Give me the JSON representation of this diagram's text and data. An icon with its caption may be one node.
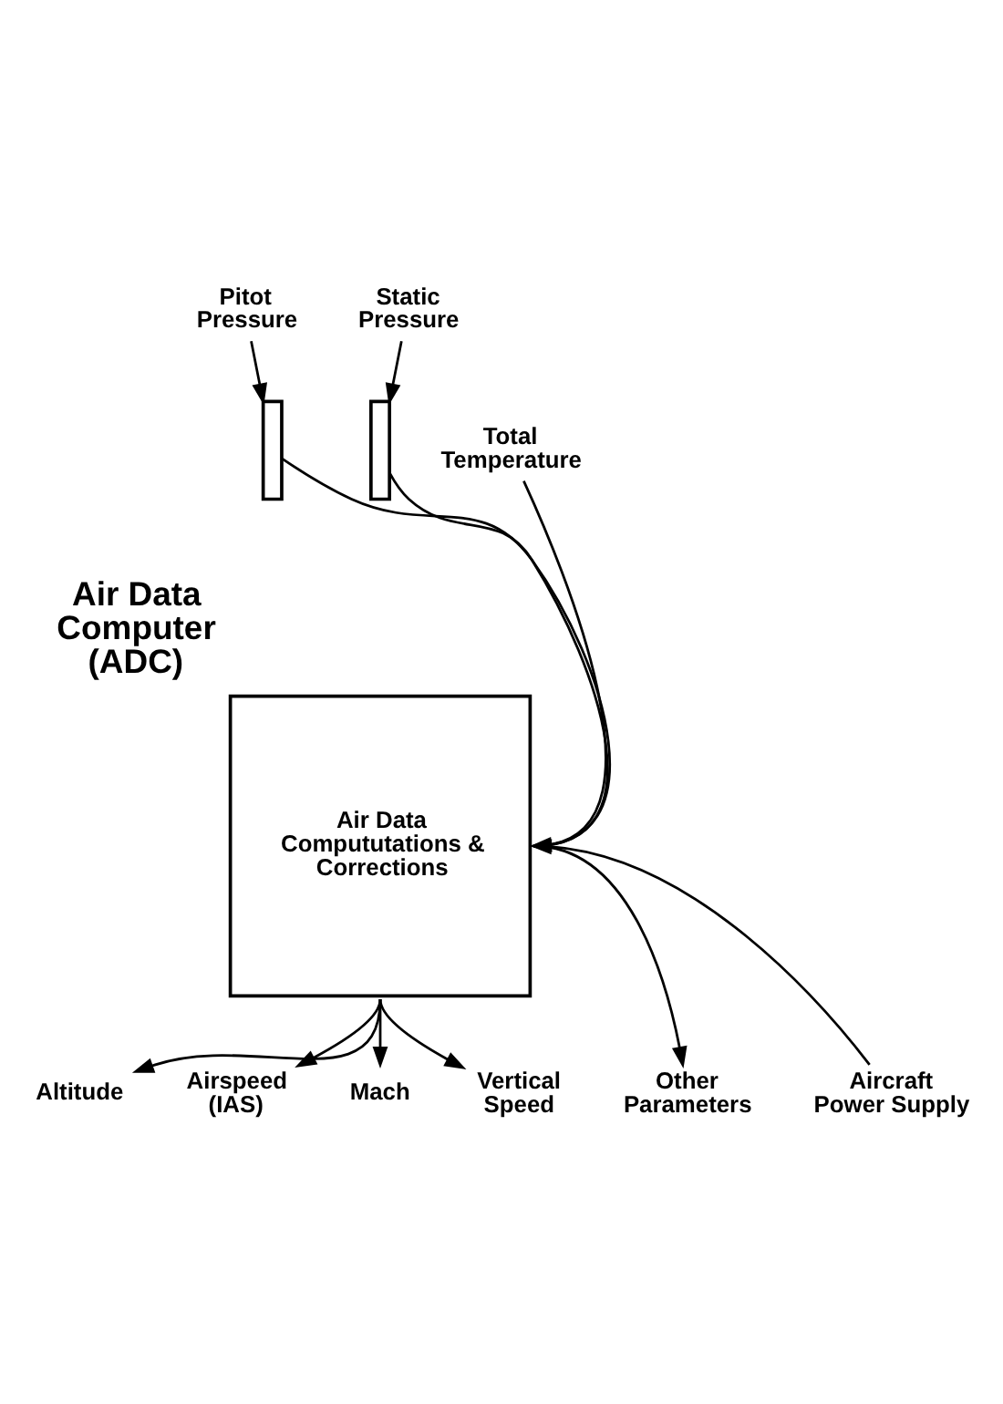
{
  "diagram": {
    "nodes": [
      {
        "text": [
          "Air Data Computer (ADC)",
          "Air Data Compututations & Corrections"
        ]
      },
      {
        "text": [
          "Pitot Pressure"
        ]
      },
      {
        "text": [],
        "shape": "box"
      },
      {
        "text": [
          "Static Pressure"
        ]
      },
      {
        "text": [],
        "shape": "box"
      },
      {
        "text": [
          "Total Temperature"
        ]
      },
      {
        "text": [
          "Aircraft Power Supply"
        ]
      },
      {
        "text": [
          "Altitude"
        ]
      },
      {
        "text": [
          "Airspeed (IAS)"
        ]
      },
      {
        "text": [
          "Mach"
        ]
      },
      {
        "text": [
          "Vertical Speed"
        ]
      },
      {
        "text": [
          "Other Parameters"
        ]
      }
    ],
    "edges": [
      {
        "from": 1,
        "to": 2,
        "arrow": "to"
      },
      {
        "from": 2,
        "to": 0,
        "arrow": "none"
      },
      {
        "from": 3,
        "to": 4,
        "arrow": "to"
      },
      {
        "from": 4,
        "to": 0,
        "arrow": "none"
      },
      {
        "from": 5,
        "to": 0,
        "arrow": "to"
      },
      {
        "from": 6,
        "to": 0,
        "arrow": "to"
      },
      {
        "from": 0,
        "to": 7,
        "arrow": "to"
      },
      {
        "from": 0,
        "to": 8,
        "arrow": "to"
      },
      {
        "from": 0,
        "to": 9,
        "arrow": "to"
      },
      {
        "from": 0,
        "to": 10,
        "arrow": "to"
      },
      {
        "from": 0,
        "to": 11,
        "arrow": "to"
      }
    ]
  }
}
